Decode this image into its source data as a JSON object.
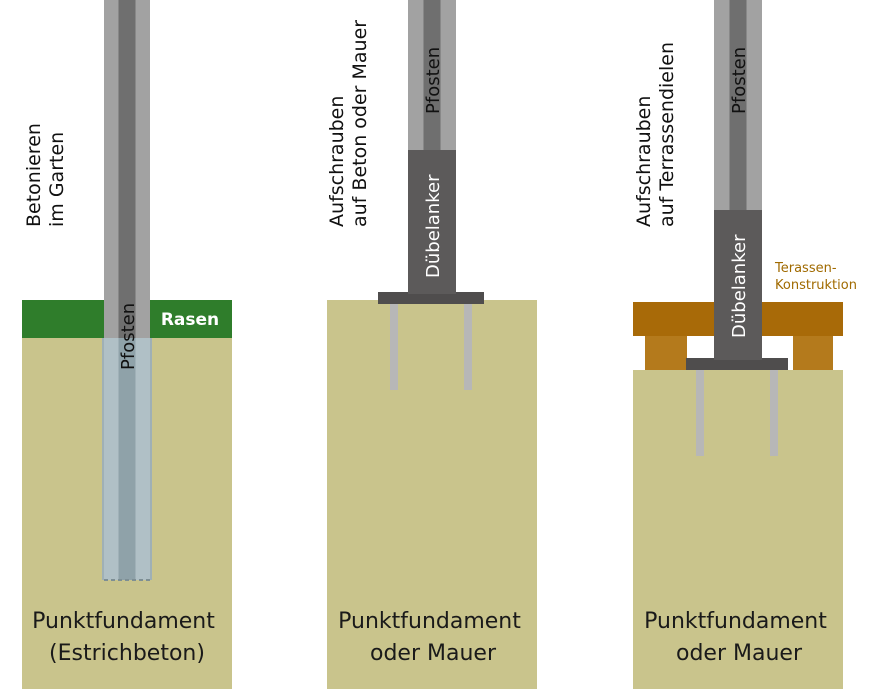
{
  "colors": {
    "ground": "#c9c48c",
    "lawn": "#2f7d2b",
    "post_light": "#9c9c9c",
    "post_dark": "#6e6e6e",
    "anchor": "#5c5a5a",
    "plate": "#4f4d4d",
    "concrete": "#9fb0b6",
    "rod": "#b7b7b7",
    "wood": "#a86a08",
    "wood_small": "#b47a1c",
    "terrace_label": "#a06a00"
  },
  "panels": {
    "garden": {
      "caption_lines": [
        "Betonieren",
        "im Garten"
      ],
      "lawn_label": "Rasen",
      "post_label": "Pfosten",
      "foundation_lines": [
        "Punktfundament",
        "(Estrichbeton)"
      ]
    },
    "concrete": {
      "caption_lines": [
        "Aufschrauben",
        "auf Beton oder Mauer"
      ],
      "post_label": "Pfosten",
      "anchor_label": "Dübelanker",
      "foundation_lines": [
        "Punktfundament",
        "oder Mauer"
      ]
    },
    "terrace": {
      "caption_lines": [
        "Aufschrauben",
        "auf Terrassendielen"
      ],
      "post_label": "Pfosten",
      "anchor_label": "Dübelanker",
      "terrace_label_lines": [
        "Terassen-",
        "Konstruktion"
      ],
      "foundation_lines": [
        "Punktfundament",
        "oder Mauer"
      ]
    }
  }
}
